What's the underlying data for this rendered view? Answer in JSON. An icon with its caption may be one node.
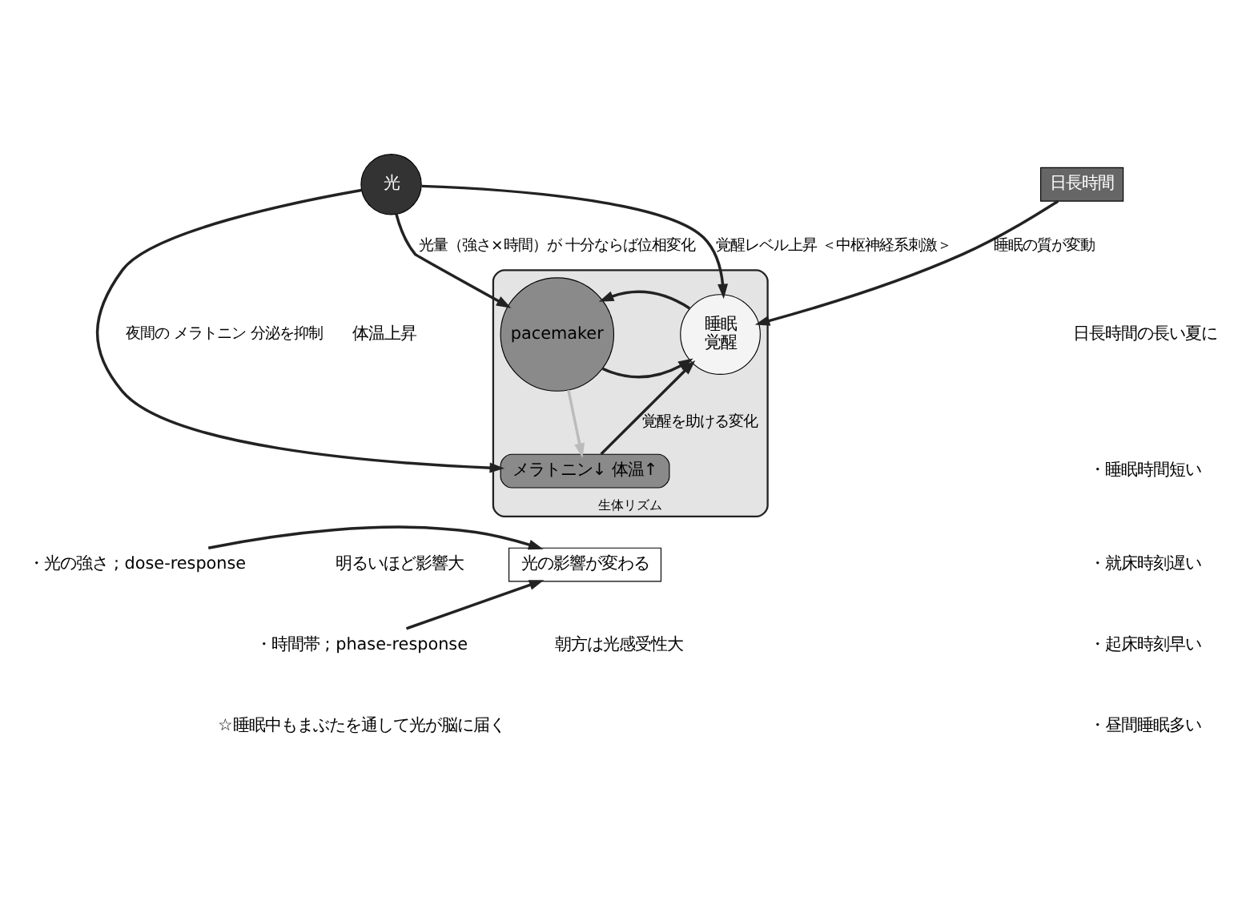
{
  "diagram": {
    "nodes": [
      {
        "text": [
          "生体リズム"
        ]
      },
      {
        "text": [
          "光"
        ]
      },
      {
        "text": [
          "pacemaker"
        ],
        "in": 0
      },
      {
        "text": [
          "睡眠",
          "覚醒"
        ],
        "in": 0
      },
      {
        "text": [
          "メラトニン↓ 体温↑"
        ],
        "in": 0
      },
      {
        "text": [
          "日長時間"
        ]
      },
      {
        "text": [
          "光の影響が変わる"
        ]
      },
      {
        "text": [
          "・光の強さ ; dose-response"
        ]
      },
      {
        "text": [
          "・時間帯 ; phase-response"
        ]
      }
    ],
    "edges": [
      {
        "from": 1,
        "to": 2,
        "arrow": "to",
        "label": "光量（強さ×時間）が 十分ならば位相変化"
      },
      {
        "from": 1,
        "to": 3,
        "arrow": "to",
        "label": "覚醒レベル上昇 ＜中枢神経系刺激＞"
      },
      {
        "from": 1,
        "to": 4,
        "arrow": "to",
        "label": "夜間の メラトニン 分泌を抑制"
      },
      {
        "from": 2,
        "to": 3,
        "arrow": "to"
      },
      {
        "from": 3,
        "to": 2,
        "arrow": "to"
      },
      {
        "from": 2,
        "to": 4,
        "arrow": "to",
        "color": "#bbbbbb"
      },
      {
        "from": 4,
        "to": 3,
        "arrow": "to",
        "label": "覚醒を助ける変化"
      },
      {
        "from": 5,
        "to": 3,
        "arrow": "to",
        "label": "睡眠の質が変動"
      },
      {
        "from": 7,
        "to": 6,
        "arrow": "to"
      },
      {
        "from": 8,
        "to": 6,
        "arrow": "to"
      }
    ],
    "labels": [
      "体温上昇",
      "日長時間の長い夏に",
      "・睡眠時間短い",
      "・就床時刻遅い",
      "・起床時刻早い",
      "・昼間睡眠多い",
      "明るいほど影響大",
      "朝方は光感受性大",
      "☆睡眠中もまぶたを通して光が脳に届く"
    ]
  }
}
